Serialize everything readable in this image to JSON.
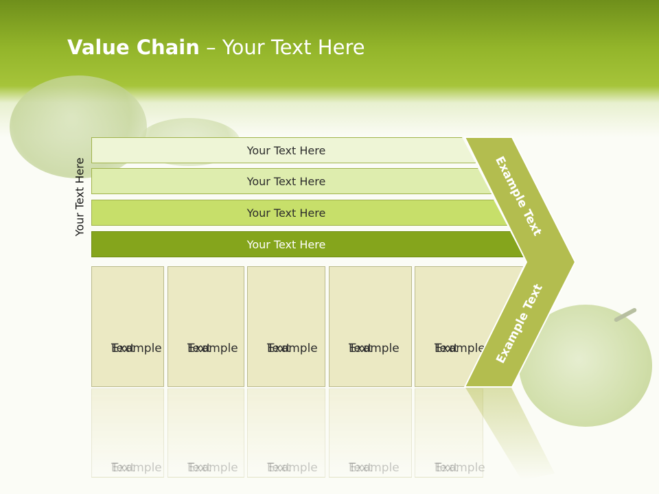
{
  "title": {
    "bold": "Value Chain",
    "rest": " – Your Text Here"
  },
  "side_label": "Your Text Here",
  "rows": [
    {
      "label": "Your Text Here"
    },
    {
      "label": "Your Text Here"
    },
    {
      "label": "Your Text Here"
    },
    {
      "label": "Your Text Here"
    }
  ],
  "boxes": [
    {
      "line1": "Example",
      "line2": "Text"
    },
    {
      "line1": "Example",
      "line2": "Text"
    },
    {
      "line1": "Example",
      "line2": "Text"
    },
    {
      "line1": "Example",
      "line2": "Text"
    },
    {
      "line1": "Example",
      "line2": "Text"
    }
  ],
  "chevron": {
    "top_label": "Example Text",
    "bottom_label": "Example Text"
  },
  "colors": {
    "header_green": "#93b52a",
    "row1": "#eef5d6",
    "row2": "#deedae",
    "row3": "#c7df6a",
    "row4": "#85a51c",
    "box": "#ebe9c3",
    "chevron": "#b3bd4f"
  }
}
